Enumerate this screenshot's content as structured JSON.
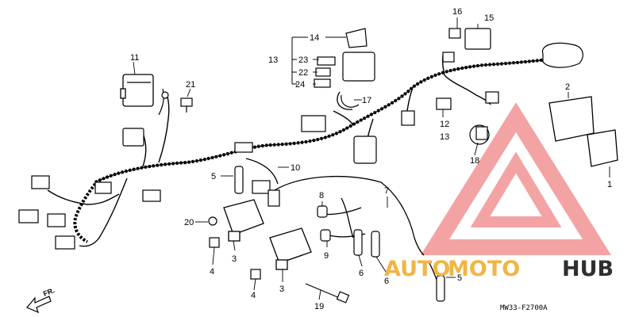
{
  "parts": {
    "p1": "1",
    "p2": "2",
    "p3a": "3",
    "p3b": "3",
    "p4a": "4",
    "p4b": "4",
    "p5a": "5",
    "p5b": "5",
    "p6a": "6",
    "p6b": "6",
    "p7": "7",
    "p8": "8",
    "p9": "9",
    "p10": "10",
    "p11": "11",
    "p12": "12",
    "p13a": "13",
    "p13b": "13",
    "p14": "14",
    "p15": "15",
    "p16": "16",
    "p17": "17",
    "p18": "18",
    "p19": "19",
    "p20": "20",
    "p21": "21",
    "p22": "22",
    "p23": "23",
    "p24": "24"
  },
  "direction_label": "FR.",
  "diagram_code": "MW33-F2700A",
  "watermark": {
    "part1": "AUTO",
    "part2": "MOTO",
    "part3": "HUB"
  },
  "colors": {
    "watermark_triangle": "#f08a8a",
    "watermark_orange": "#f2b544",
    "watermark_dark": "#2f2f2f"
  }
}
